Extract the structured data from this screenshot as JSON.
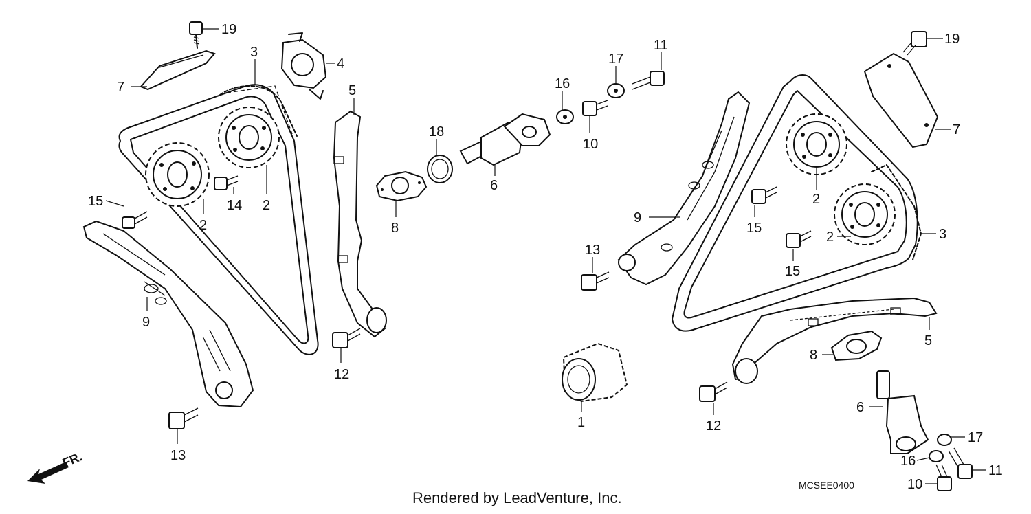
{
  "diagram": {
    "callouts": [
      "19",
      "7",
      "3",
      "4",
      "5",
      "15",
      "14",
      "2",
      "2",
      "9",
      "13",
      "12",
      "18",
      "8",
      "6",
      "16",
      "10",
      "17",
      "11",
      "19",
      "7",
      "9",
      "2",
      "15",
      "2",
      "15",
      "3",
      "13",
      "5",
      "8",
      "1",
      "12",
      "6",
      "17",
      "16",
      "11",
      "10"
    ],
    "diagram_code": "MCSEE0400",
    "credit": "Rendered by LeadVenture, Inc.",
    "front_marker": "FR."
  }
}
